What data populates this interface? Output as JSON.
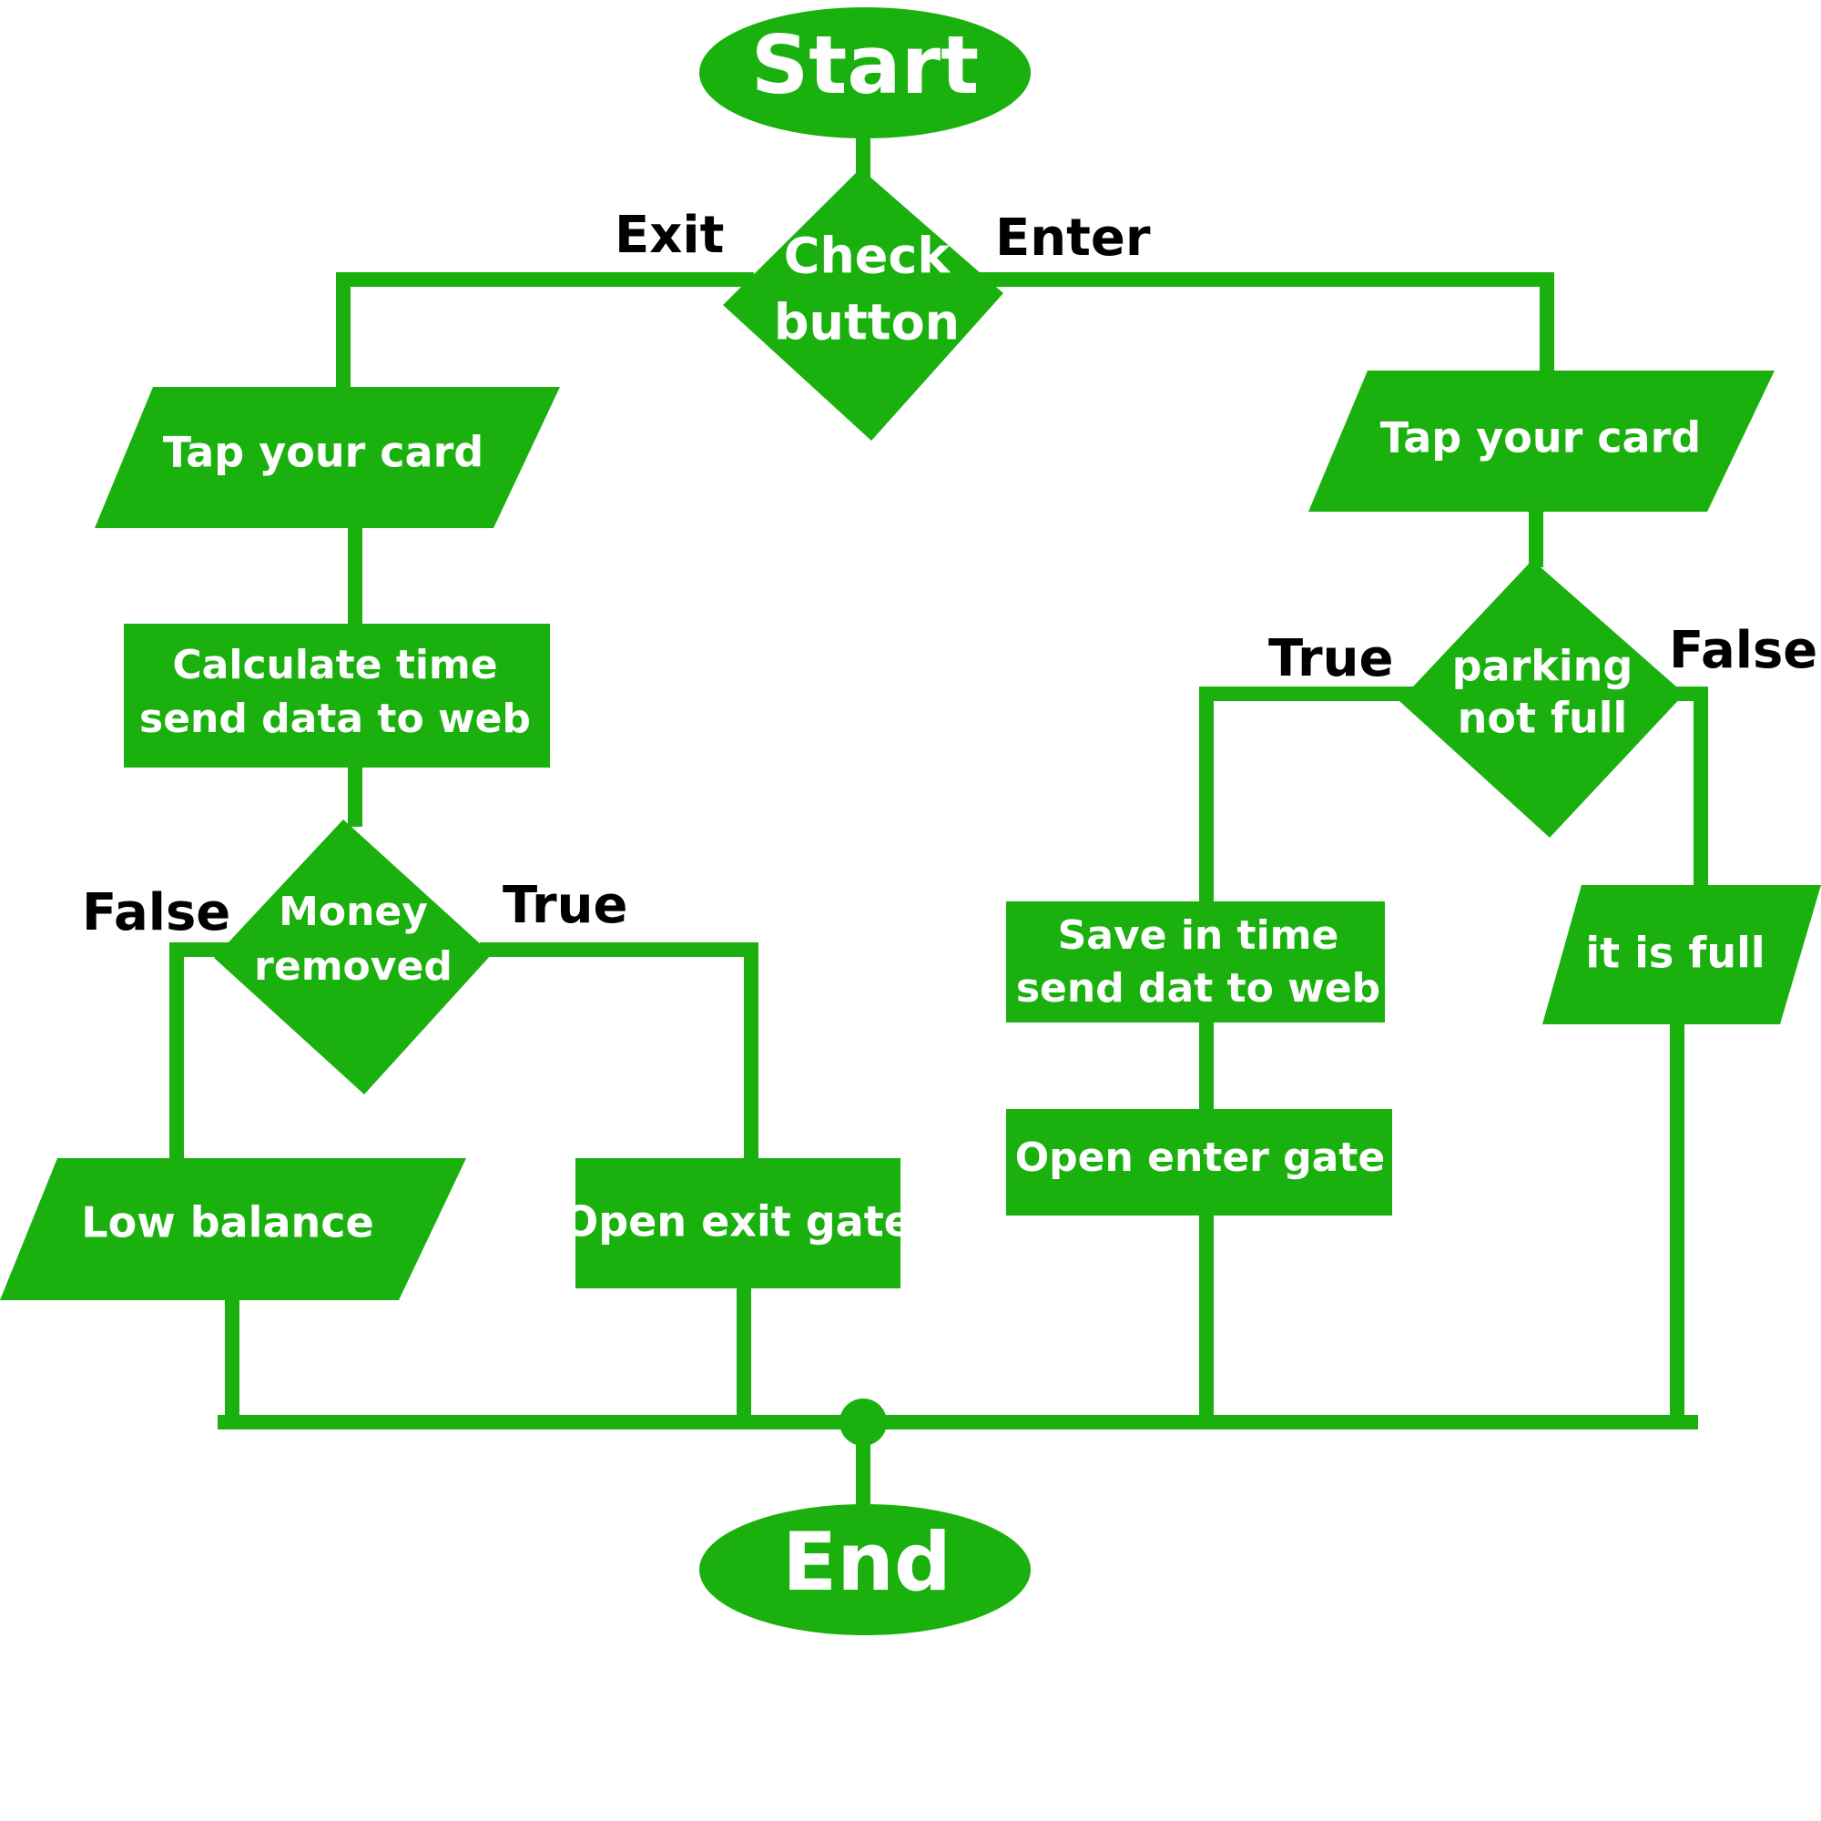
{
  "theme": {
    "color": "#1ab00e",
    "text_color": "#ffffff",
    "label_color": "#000000"
  },
  "nodes": {
    "start": {
      "text": "Start"
    },
    "check_button": {
      "line1": "Check",
      "line2": "button"
    },
    "tap_card_exit": {
      "text": "Tap  your card"
    },
    "calculate_time": {
      "line1": "Calculate time",
      "line2": "send data to web"
    },
    "money_removed": {
      "line1": "Money",
      "line2": "removed"
    },
    "low_balance": {
      "text": "Low balance"
    },
    "open_exit_gate": {
      "text": "Open exit gate"
    },
    "tap_card_enter": {
      "text": "Tap your card"
    },
    "parking_not_full": {
      "line1": "parking",
      "line2": "not full"
    },
    "save_in_time": {
      "line1": "Save in time",
      "line2": "send dat to web"
    },
    "open_enter_gate": {
      "text": "Open enter gate"
    },
    "it_is_full": {
      "text": "it is full"
    },
    "end": {
      "text": "End"
    }
  },
  "edge_labels": {
    "exit": "Exit",
    "enter": "Enter",
    "money_false": "False",
    "money_true": "True",
    "parking_true": "True",
    "parking_false": "False"
  }
}
